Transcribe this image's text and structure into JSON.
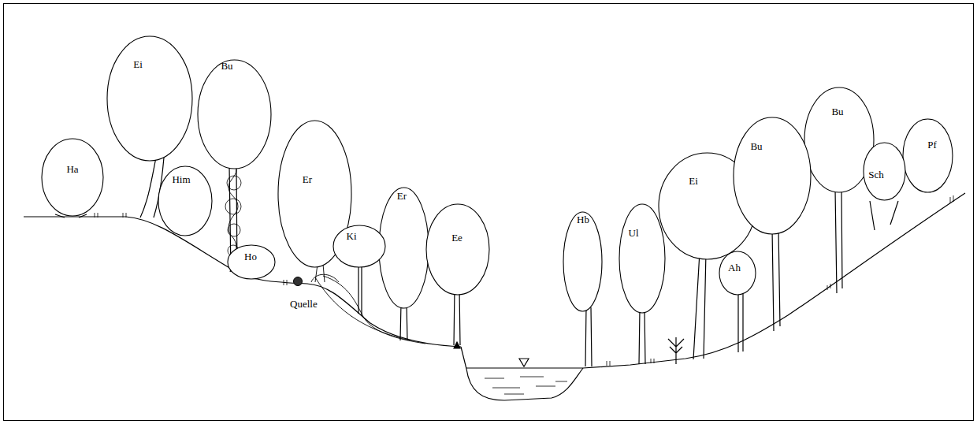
{
  "diagram": {
    "nodes": [
      {
        "text": [
          "Ha"
        ]
      },
      {
        "text": [
          "Ei"
        ]
      },
      {
        "text": [
          "Bu"
        ]
      },
      {
        "text": [
          "Him"
        ]
      },
      {
        "text": [
          "Ho"
        ]
      },
      {
        "text": [
          "Er"
        ]
      },
      {
        "text": [
          "Ki"
        ]
      },
      {
        "text": [
          "Er"
        ]
      },
      {
        "text": [
          "Ee"
        ]
      },
      {
        "text": [
          "Hb"
        ]
      },
      {
        "text": [
          "Ul"
        ]
      },
      {
        "text": [
          "Ei"
        ]
      },
      {
        "text": [
          "Ah"
        ]
      },
      {
        "text": [
          "Bu"
        ]
      },
      {
        "text": [
          "Bu"
        ]
      },
      {
        "text": [
          "Sch"
        ]
      },
      {
        "text": [
          "Pf"
        ]
      }
    ],
    "labels": [
      "Quelle"
    ]
  }
}
